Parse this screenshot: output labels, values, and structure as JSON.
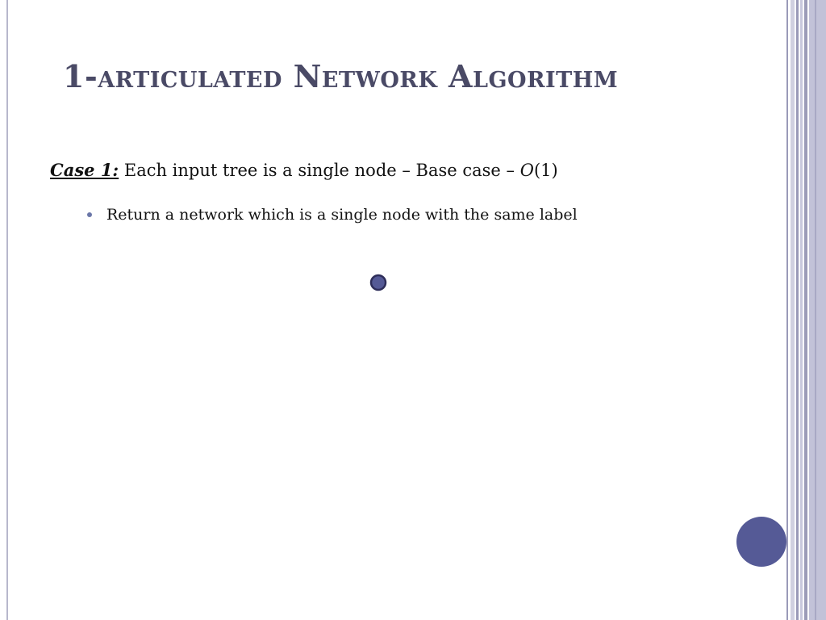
{
  "slide": {
    "title": "1-articulated Network Algorithm",
    "case": {
      "label": "Case 1:",
      "text": " Each input tree is a single node – Base case – ",
      "complexity_fn": "O",
      "complexity_arg": "(1)"
    },
    "bullets": [
      "Return a network which is a single node with the same label"
    ]
  },
  "colors": {
    "title": "#4a4a66",
    "accent": "#555a96",
    "stripe": "#9a9ab8",
    "node_fill": "#555a96",
    "node_stroke": "#2e2e5a"
  }
}
